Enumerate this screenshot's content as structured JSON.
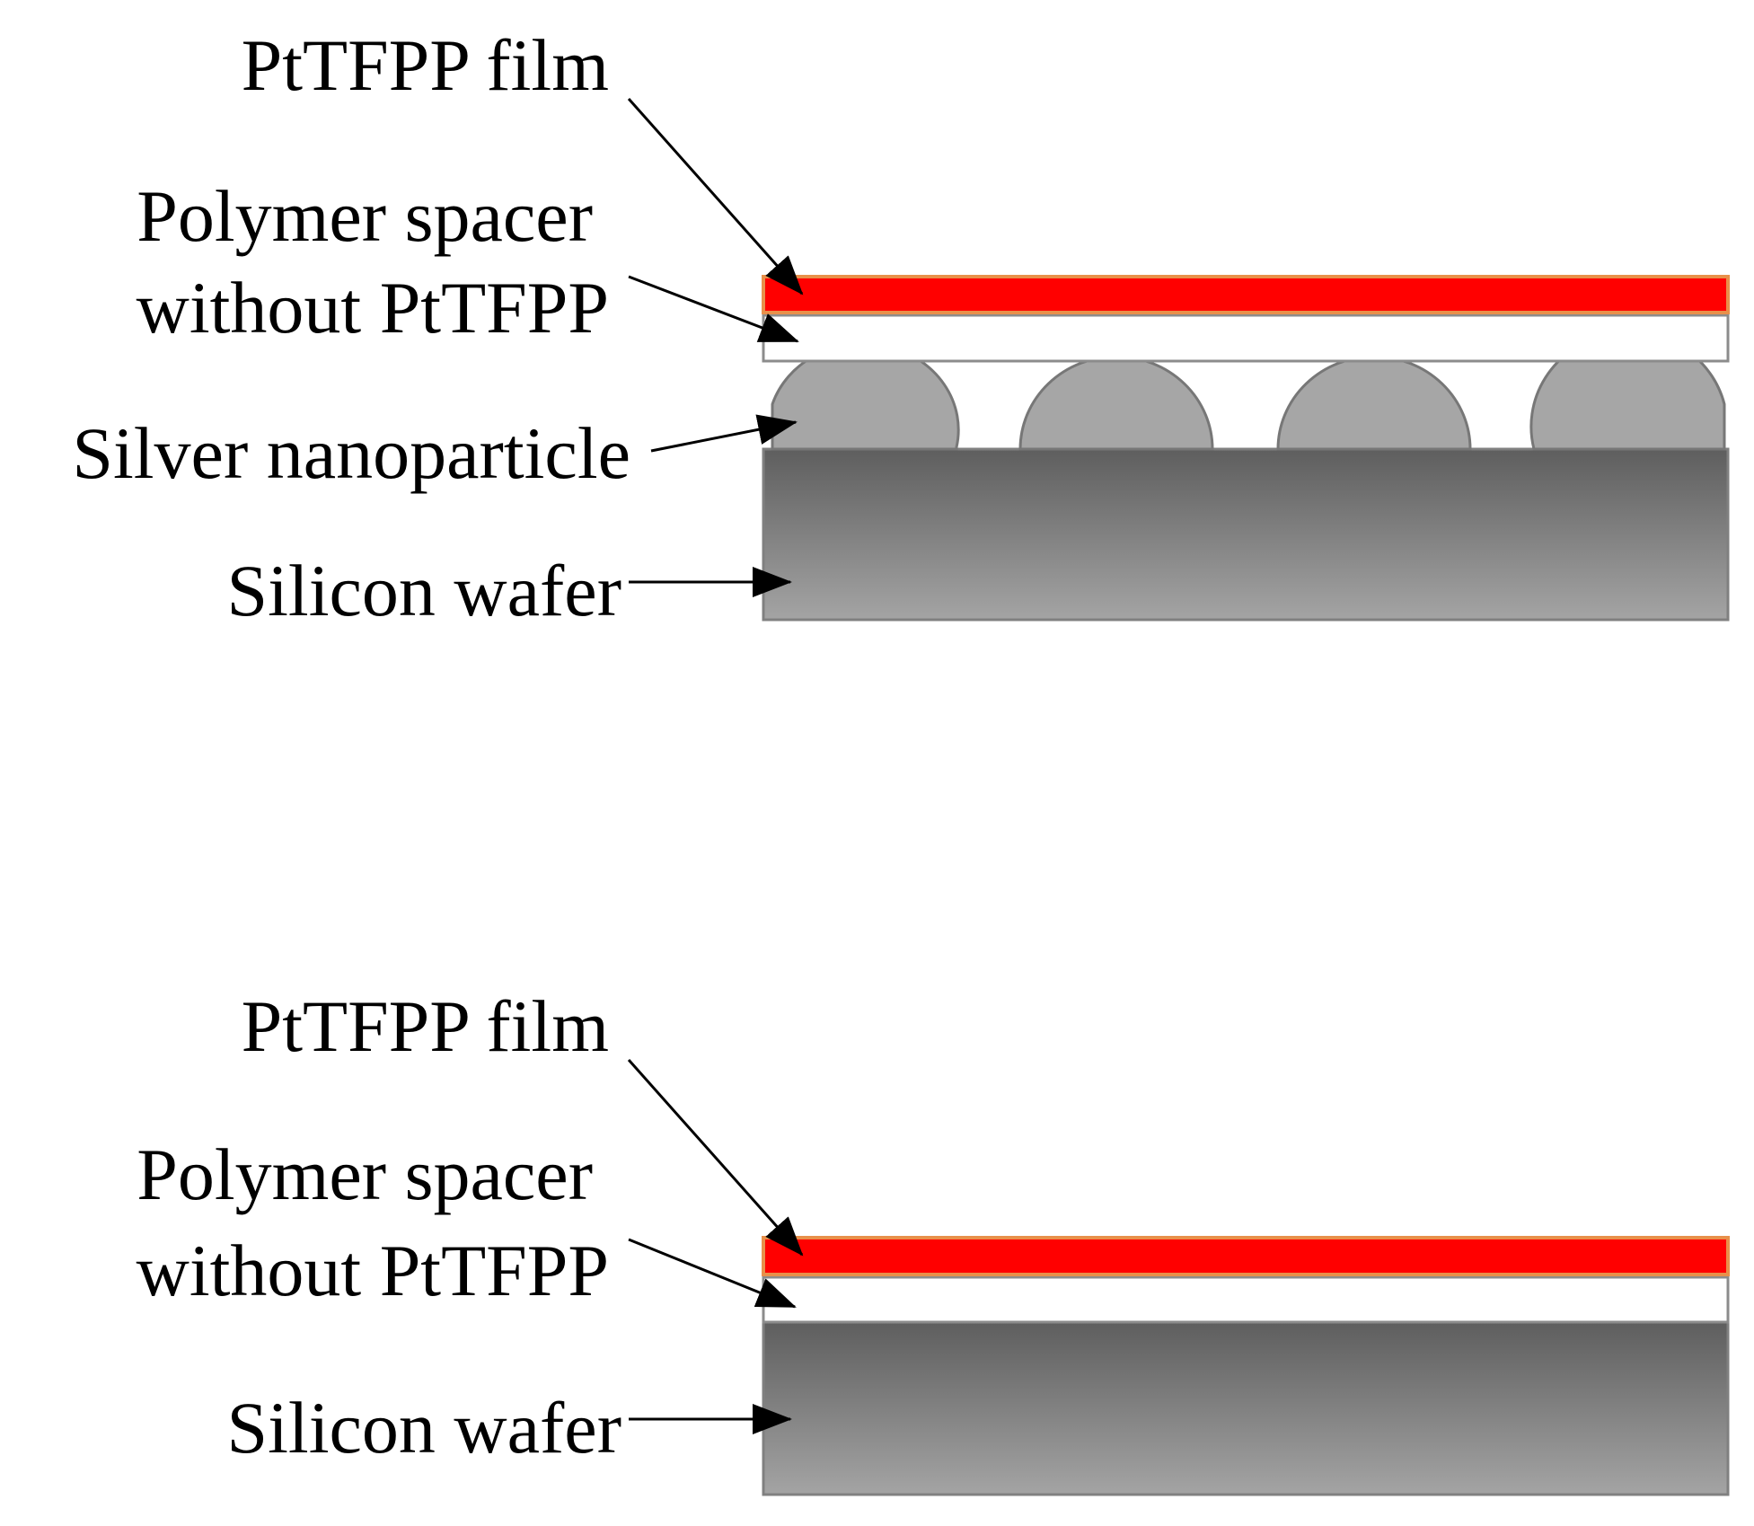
{
  "top_diagram": {
    "labels": {
      "film": "PtTFPP film",
      "spacer_line1": "Polymer spacer",
      "spacer_line2": "without PtTFPP",
      "nanoparticle": "Silver nanoparticle",
      "wafer": "Silicon wafer"
    }
  },
  "bottom_diagram": {
    "labels": {
      "film": "PtTFPP film",
      "spacer_line1": "Polymer spacer",
      "spacer_line2": "without PtTFPP",
      "wafer": "Silicon wafer"
    }
  },
  "colors": {
    "film": "#ff0000",
    "film_border": "#e8904a",
    "spacer": "#ffffff",
    "layer_border": "#8c8c8c",
    "nanoparticle": "#a6a6a6",
    "wafer_top": "#5e5e5e",
    "wafer_bottom": "#a4a4a4"
  }
}
